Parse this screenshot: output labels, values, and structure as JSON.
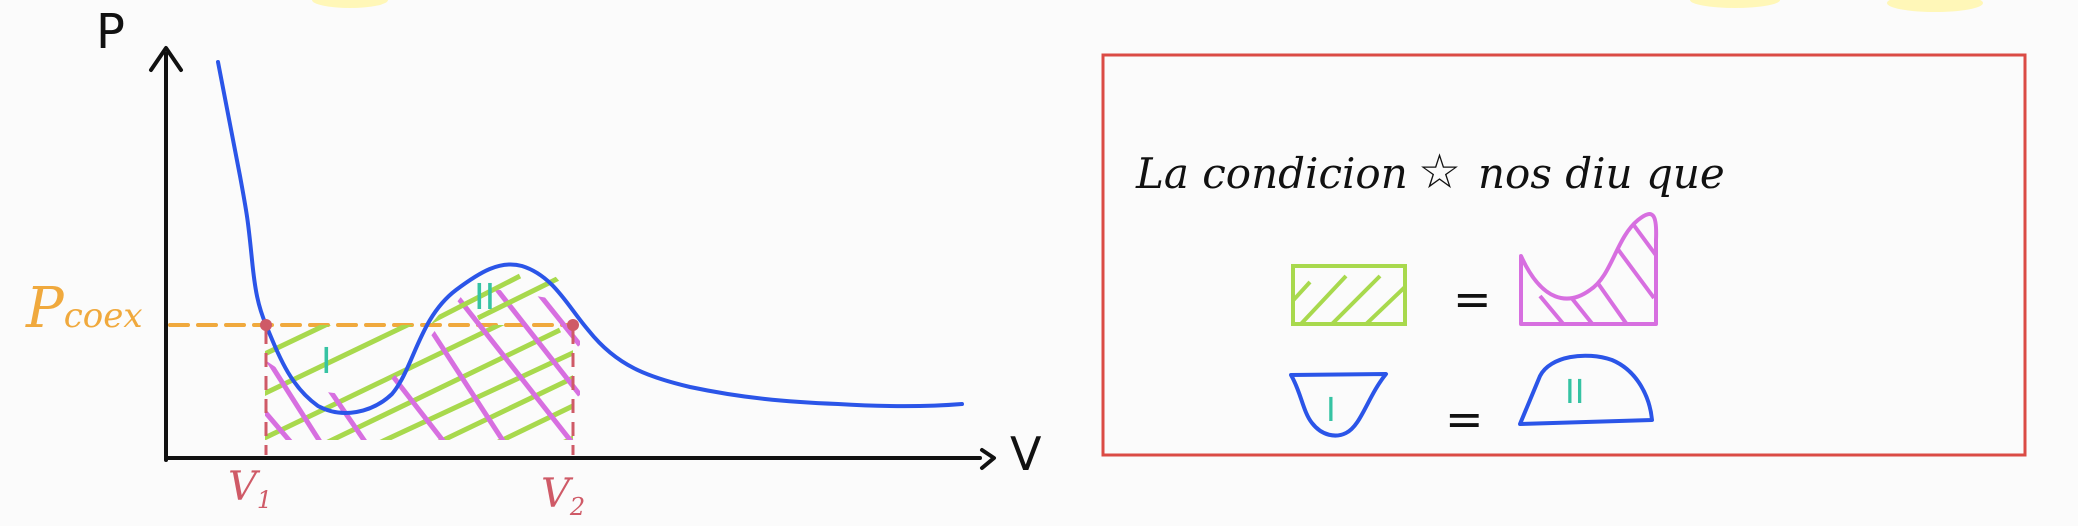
{
  "graph": {
    "y_axis_label": "P",
    "x_axis_label": "V",
    "pressure_label": "P",
    "pressure_subscript": "coex",
    "v1_label": "V",
    "v1_sub": "1",
    "v2_label": "V",
    "v2_sub": "2",
    "region_one_label": "I",
    "region_two_label": "II"
  },
  "note_box": {
    "heading": "La condicion",
    "heading_tail": "nos diu que",
    "star_symbol": "☆",
    "equals_1": "=",
    "equals_2": "=",
    "legend_one_label": "I",
    "legend_two_label": "II"
  },
  "colors": {
    "curve": "#2b55e8",
    "axes": "#111111",
    "coexistence_line": "#f0a93d",
    "markers": "#cf5a67",
    "green_hatch": "#a8d94d",
    "magenta_hatch": "#d76fe0",
    "region_labels": "#36c3a3",
    "box_border": "#db4b45",
    "annotation_yellow": "#fff6b0"
  }
}
